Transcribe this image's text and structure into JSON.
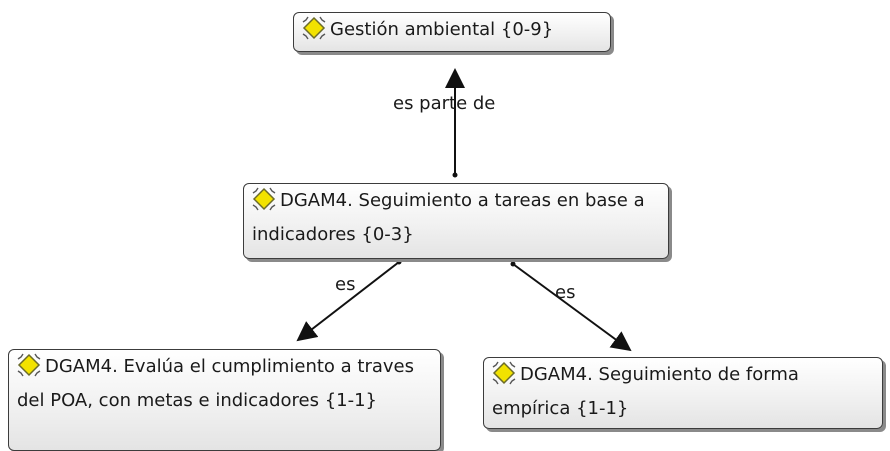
{
  "nodes": {
    "top": {
      "label": "Gestión ambiental {0-9}",
      "icon": "code-node-icon"
    },
    "middle": {
      "label": "DGAM4. Seguimiento a tareas en base a indicadores {0-3}",
      "icon": "code-node-icon"
    },
    "left": {
      "label": "DGAM4. Evalúa el cumplimiento a traves del POA, con metas e indicadores {1-1}",
      "icon": "code-node-icon"
    },
    "right": {
      "label": "DGAM4. Seguimiento de forma empírica {1-1}",
      "icon": "code-node-icon"
    }
  },
  "edges": {
    "middle_top": {
      "label": "es parte de"
    },
    "middle_left": {
      "label": "es"
    },
    "middle_right": {
      "label": "es"
    }
  },
  "colors": {
    "icon_fill": "#f2e200",
    "icon_stroke": "#6b6b2a",
    "edge": "#111111"
  }
}
